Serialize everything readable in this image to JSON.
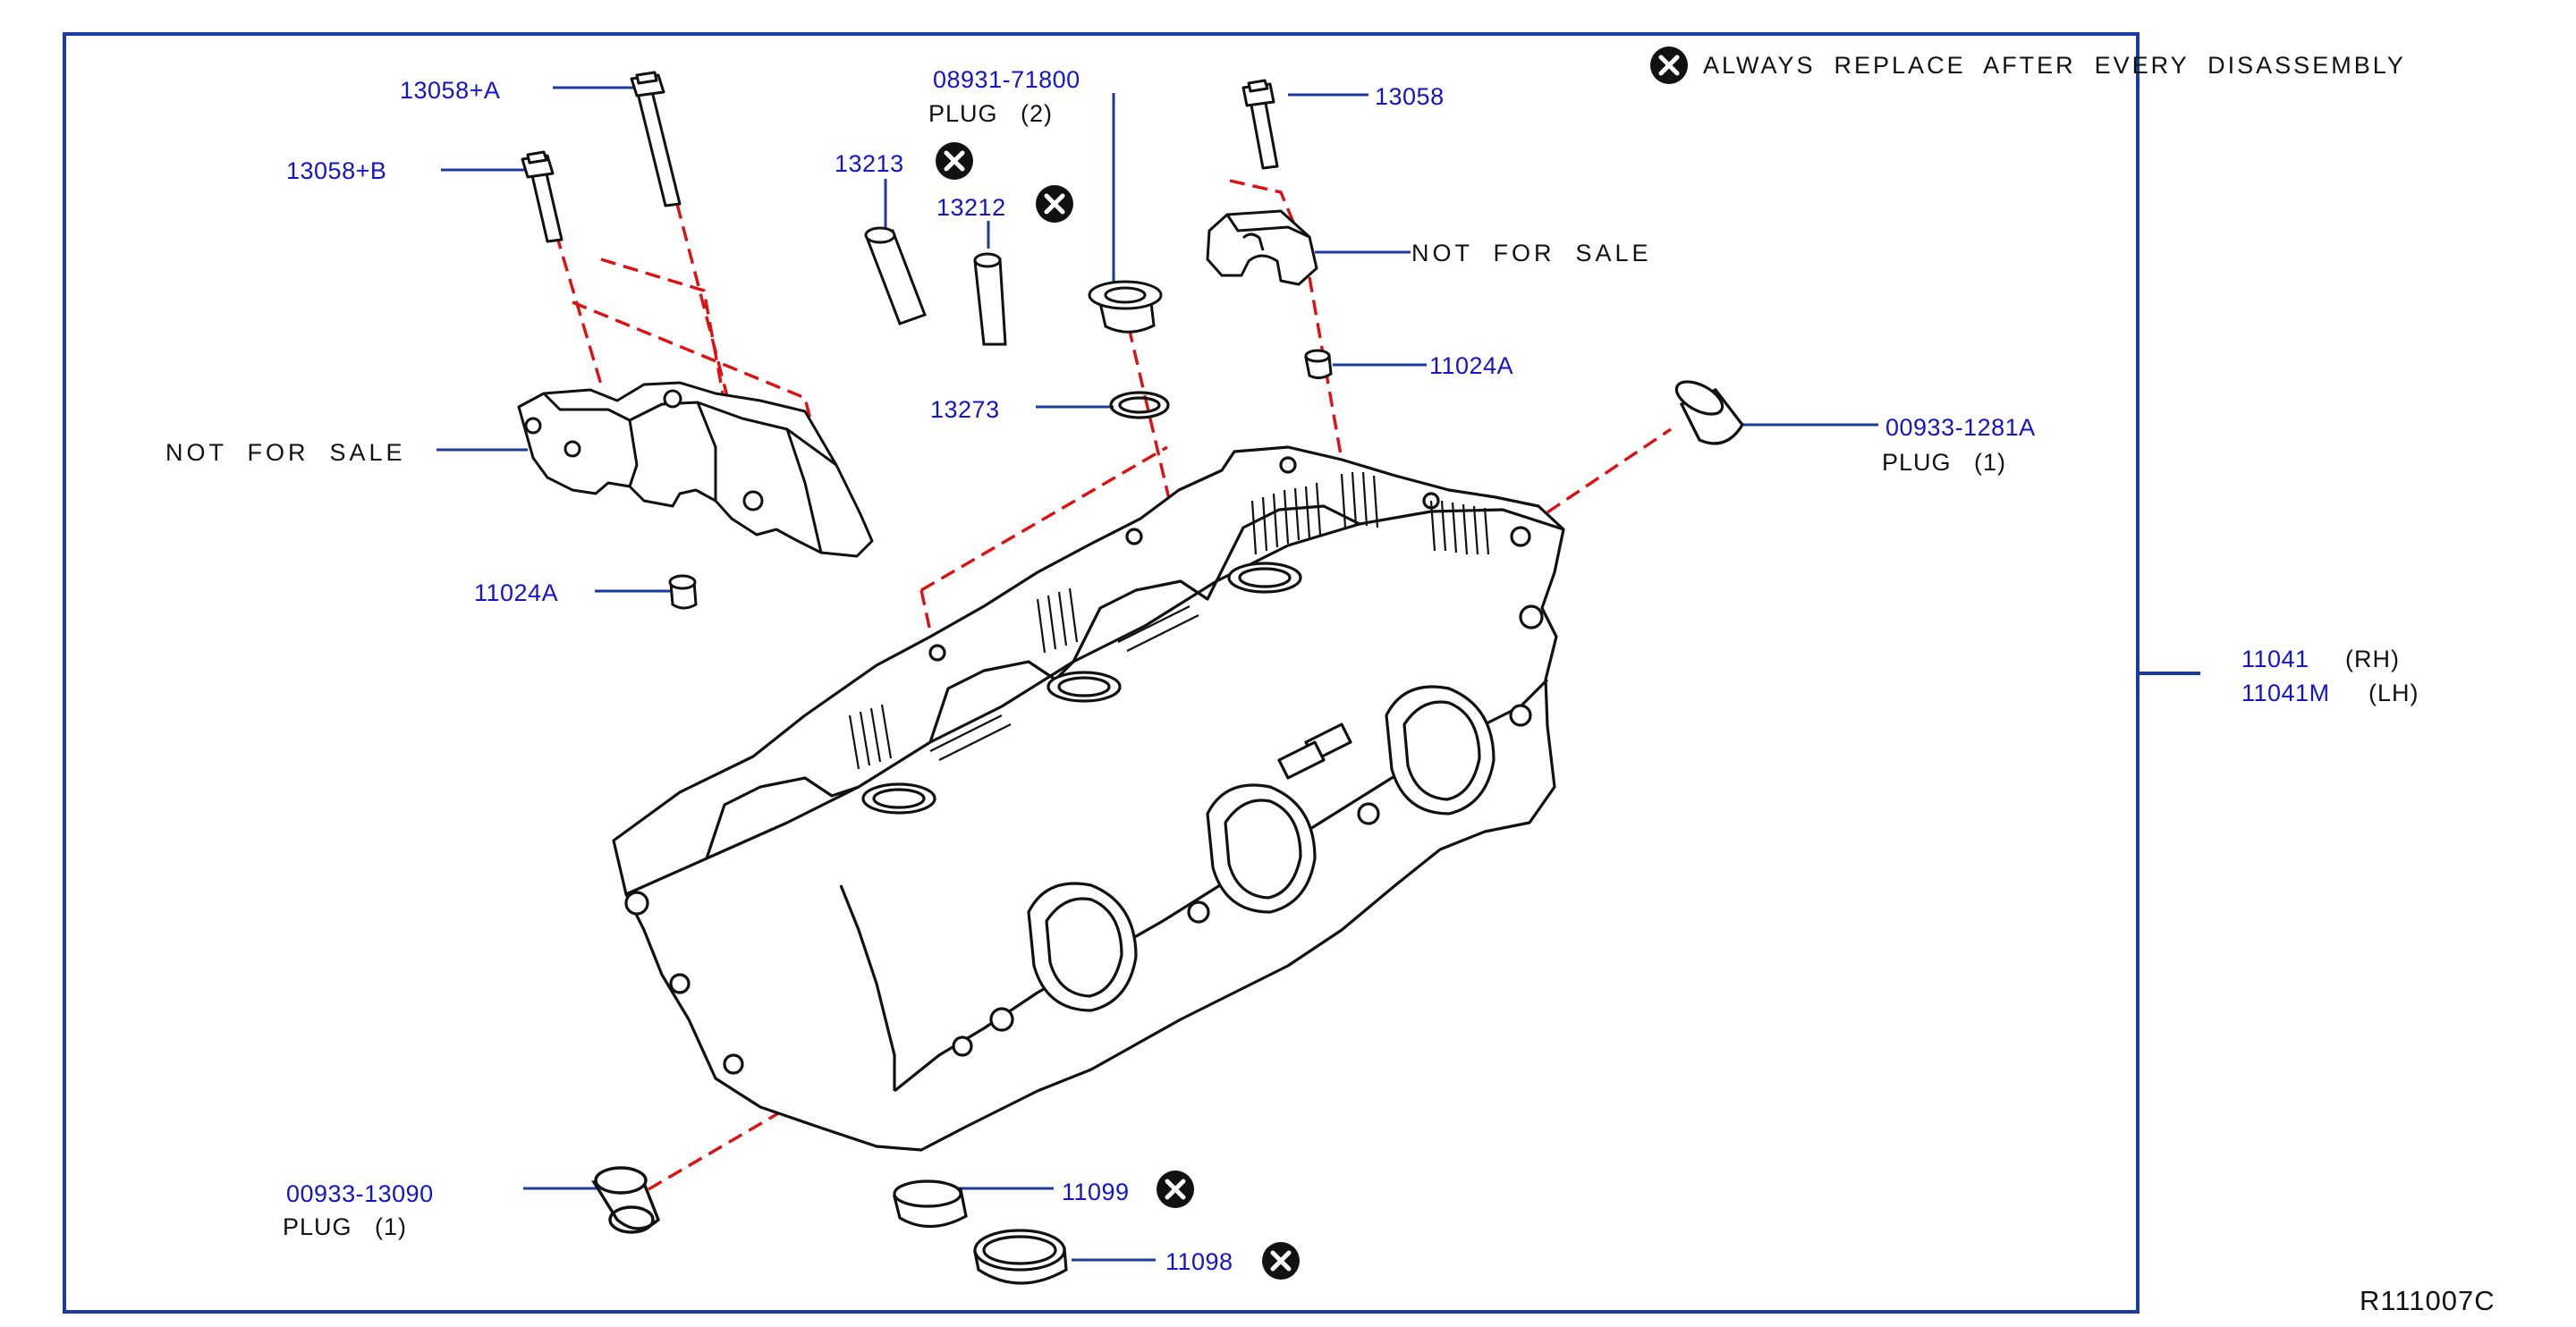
{
  "diagram_id": "R111007C",
  "legend": {
    "text": "ALWAYS  REPLACE  AFTER  EVERY  DISASSEMBLY",
    "icon": "x-circle-icon"
  },
  "assembly": {
    "part_rh": "11041",
    "suffix_rh": "(RH)",
    "part_lh": "11041M",
    "suffix_lh": "(LH)"
  },
  "parts": {
    "bolt_a": "13058+A",
    "bolt_b": "13058+B",
    "bolt_c": "13058",
    "plug_top": "08931-71800",
    "plug_top_qty": "PLUG   (2)",
    "guide_13213": "13213",
    "guide_13212": "13212",
    "seal_13273": "13273",
    "dowel_left": "11024A",
    "dowel_right": "11024A",
    "plug_right": "00933-1281A",
    "plug_right_qty": "PLUG   (1)",
    "plug_left": "00933-13090",
    "plug_left_qty": "PLUG   (1)",
    "seal_11099": "11099",
    "seal_11098": "11098"
  },
  "not_for_sale": {
    "left": "NOT  FOR  SALE",
    "right": "NOT  FOR  SALE"
  },
  "colors": {
    "frame": "#1a3ca0",
    "leader": "#1a3ca0",
    "part_number": "#1414cc",
    "dashed": "#e01010",
    "ink": "#111111"
  }
}
